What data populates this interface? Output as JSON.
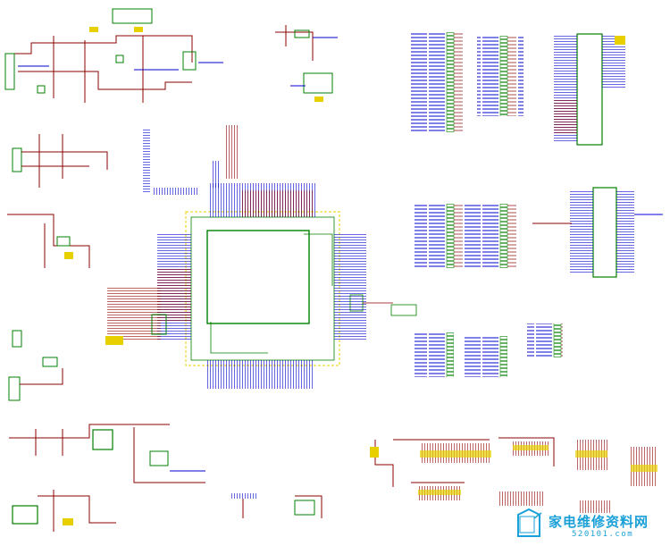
{
  "colors": {
    "wire": "#8b0000",
    "net_label": "#0000cc",
    "component": "#008000",
    "power": "#ffd700",
    "box_outline": "#e8d000",
    "background": "#ffffff",
    "watermark": "#1aa0d8"
  },
  "watermark": {
    "logo_icon": "folder-box-logo",
    "text": "家电维修资料网",
    "url": "520101.com"
  }
}
